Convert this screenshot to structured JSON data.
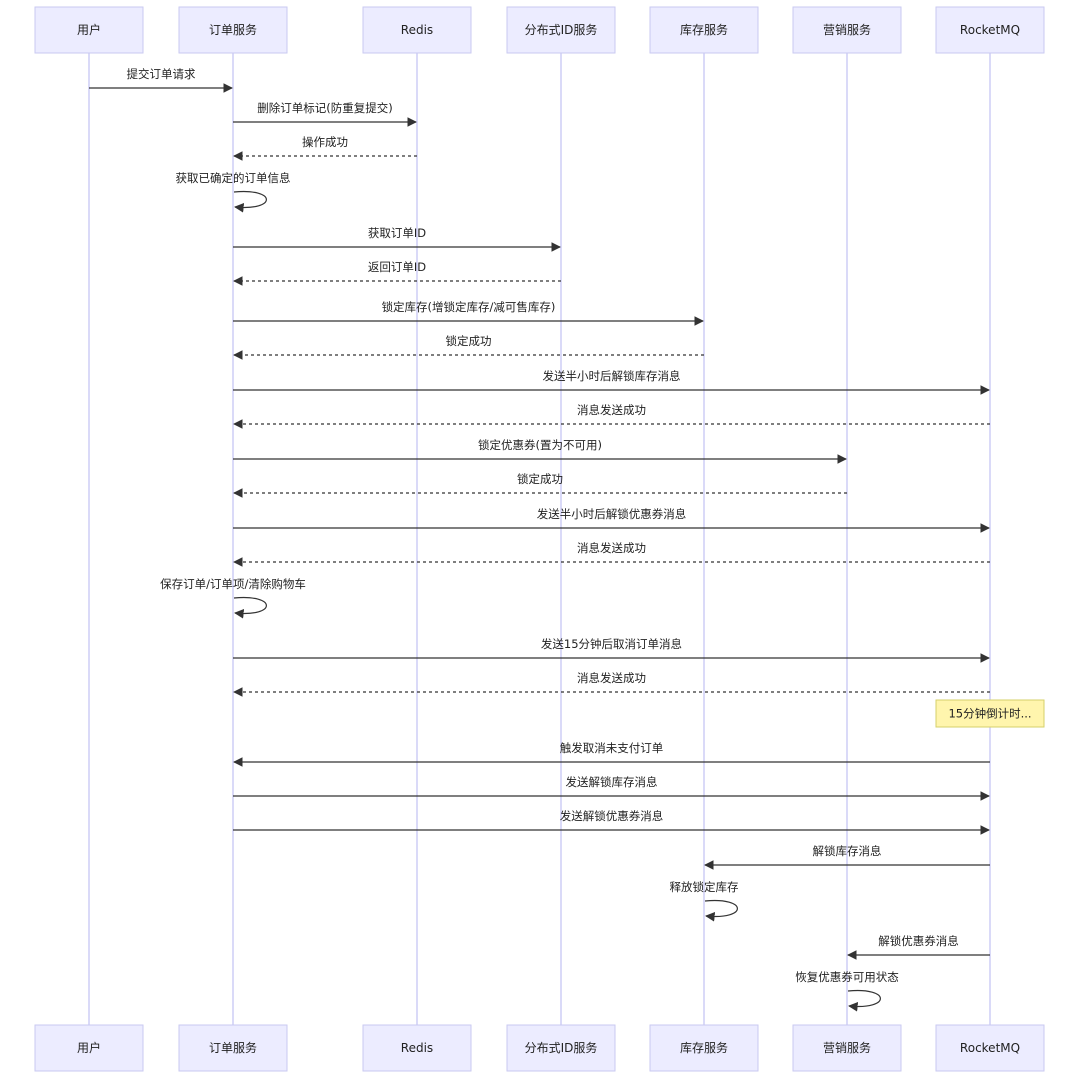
{
  "participants": [
    {
      "id": "user",
      "label": "用户"
    },
    {
      "id": "order",
      "label": "订单服务"
    },
    {
      "id": "redis",
      "label": "Redis"
    },
    {
      "id": "idsvc",
      "label": "分布式ID服务"
    },
    {
      "id": "stock",
      "label": "库存服务"
    },
    {
      "id": "market",
      "label": "营销服务"
    },
    {
      "id": "mq",
      "label": "RocketMQ"
    }
  ],
  "messages": [
    {
      "from": "user",
      "to": "order",
      "text": "提交订单请求",
      "style": "solid"
    },
    {
      "from": "order",
      "to": "redis",
      "text": "删除订单标记(防重复提交)",
      "style": "solid"
    },
    {
      "from": "redis",
      "to": "order",
      "text": "操作成功",
      "style": "dashed"
    },
    {
      "from": "order",
      "to": "order",
      "text": "获取已确定的订单信息",
      "style": "self"
    },
    {
      "from": "order",
      "to": "idsvc",
      "text": "获取订单ID",
      "style": "solid"
    },
    {
      "from": "idsvc",
      "to": "order",
      "text": "返回订单ID",
      "style": "dashed"
    },
    {
      "from": "order",
      "to": "stock",
      "text": "锁定库存(增锁定库存/减可售库存)",
      "style": "solid"
    },
    {
      "from": "stock",
      "to": "order",
      "text": "锁定成功",
      "style": "dashed"
    },
    {
      "from": "order",
      "to": "mq",
      "text": "发送半小时后解锁库存消息",
      "style": "solid"
    },
    {
      "from": "mq",
      "to": "order",
      "text": "消息发送成功",
      "style": "dashed"
    },
    {
      "from": "order",
      "to": "market",
      "text": "锁定优惠券(置为不可用)",
      "style": "solid"
    },
    {
      "from": "market",
      "to": "order",
      "text": "锁定成功",
      "style": "dashed"
    },
    {
      "from": "order",
      "to": "mq",
      "text": "发送半小时后解锁优惠券消息",
      "style": "solid"
    },
    {
      "from": "mq",
      "to": "order",
      "text": "消息发送成功",
      "style": "dashed"
    },
    {
      "from": "order",
      "to": "order",
      "text": "保存订单/订单项/清除购物车",
      "style": "self"
    },
    {
      "from": "order",
      "to": "mq",
      "text": "发送15分钟后取消订单消息",
      "style": "solid"
    },
    {
      "from": "mq",
      "to": "order",
      "text": "消息发送成功",
      "style": "dashed"
    },
    {
      "note": true,
      "over": "mq",
      "text": "15分钟倒计时..."
    },
    {
      "from": "mq",
      "to": "order",
      "text": "触发取消未支付订单",
      "style": "solid"
    },
    {
      "from": "order",
      "to": "mq",
      "text": "发送解锁库存消息",
      "style": "solid"
    },
    {
      "from": "order",
      "to": "mq",
      "text": "发送解锁优惠券消息",
      "style": "solid"
    },
    {
      "from": "mq",
      "to": "stock",
      "text": "解锁库存消息",
      "style": "solid"
    },
    {
      "from": "stock",
      "to": "stock",
      "text": "释放锁定库存",
      "style": "self"
    },
    {
      "from": "mq",
      "to": "market",
      "text": "解锁优惠券消息",
      "style": "solid"
    },
    {
      "from": "market",
      "to": "market",
      "text": "恢复优惠券可用状态",
      "style": "self"
    }
  ]
}
